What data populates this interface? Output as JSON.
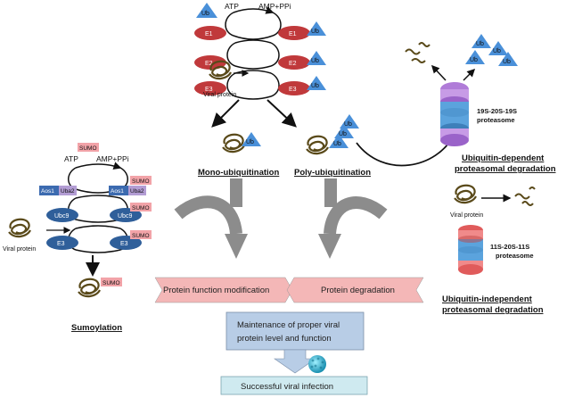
{
  "colors": {
    "e_red": "#c0393b",
    "ubc_blue": "#2f5f9a",
    "ub_blue": "#4a90d9",
    "sumo_pink": "#f2a3a8",
    "aos_blue": "#3c6bb0",
    "uba_purple": "#b39dd4",
    "pink_box": "#f4b7b7",
    "blue_box": "#b8cde6",
    "teal_box": "#cfeaf0",
    "gray_arrow": "#8c8c8c"
  },
  "ubiquitin": {
    "atp": "ATP",
    "amp": "AMP+PPi",
    "ub": "Ub",
    "e1": "E1",
    "e2": "E2",
    "e3": "E3",
    "viral_protein": "Viral protein",
    "mono": "Mono-ubiquitination",
    "poly": "Poly-ubiquitination"
  },
  "sumo": {
    "sumo": "SUMO",
    "atp": "ATP",
    "amp": "AMP+PPi",
    "aos1": "Aos1",
    "uba2": "Uba2",
    "ubc9": "Ubc9",
    "e3": "E3",
    "viral_protein": "Viral protein",
    "title": "Sumoylation"
  },
  "proteasome": {
    "p26s": "19S-20S-19S\nproteasome",
    "p26s_line1": "19S-20S-19S",
    "p26s_line2": "proteasome",
    "ub_dep_line1": "Ubiquitin-dependent",
    "ub_dep_line2": "proteasomal degradation",
    "viral_protein": "Viral protein",
    "p11s_line1": "11S-20S-11S",
    "p11s_line2": "proteasome",
    "ub_indep_line1": "Ubiquitin-independent",
    "ub_indep_line2": "proteasomal degradation"
  },
  "outcomes": {
    "modification": "Protein function modification",
    "degradation": "Protein degradation",
    "maintenance_line1": "Maintenance of proper viral",
    "maintenance_line2": "protein level and function",
    "success": "Successful viral infection"
  }
}
